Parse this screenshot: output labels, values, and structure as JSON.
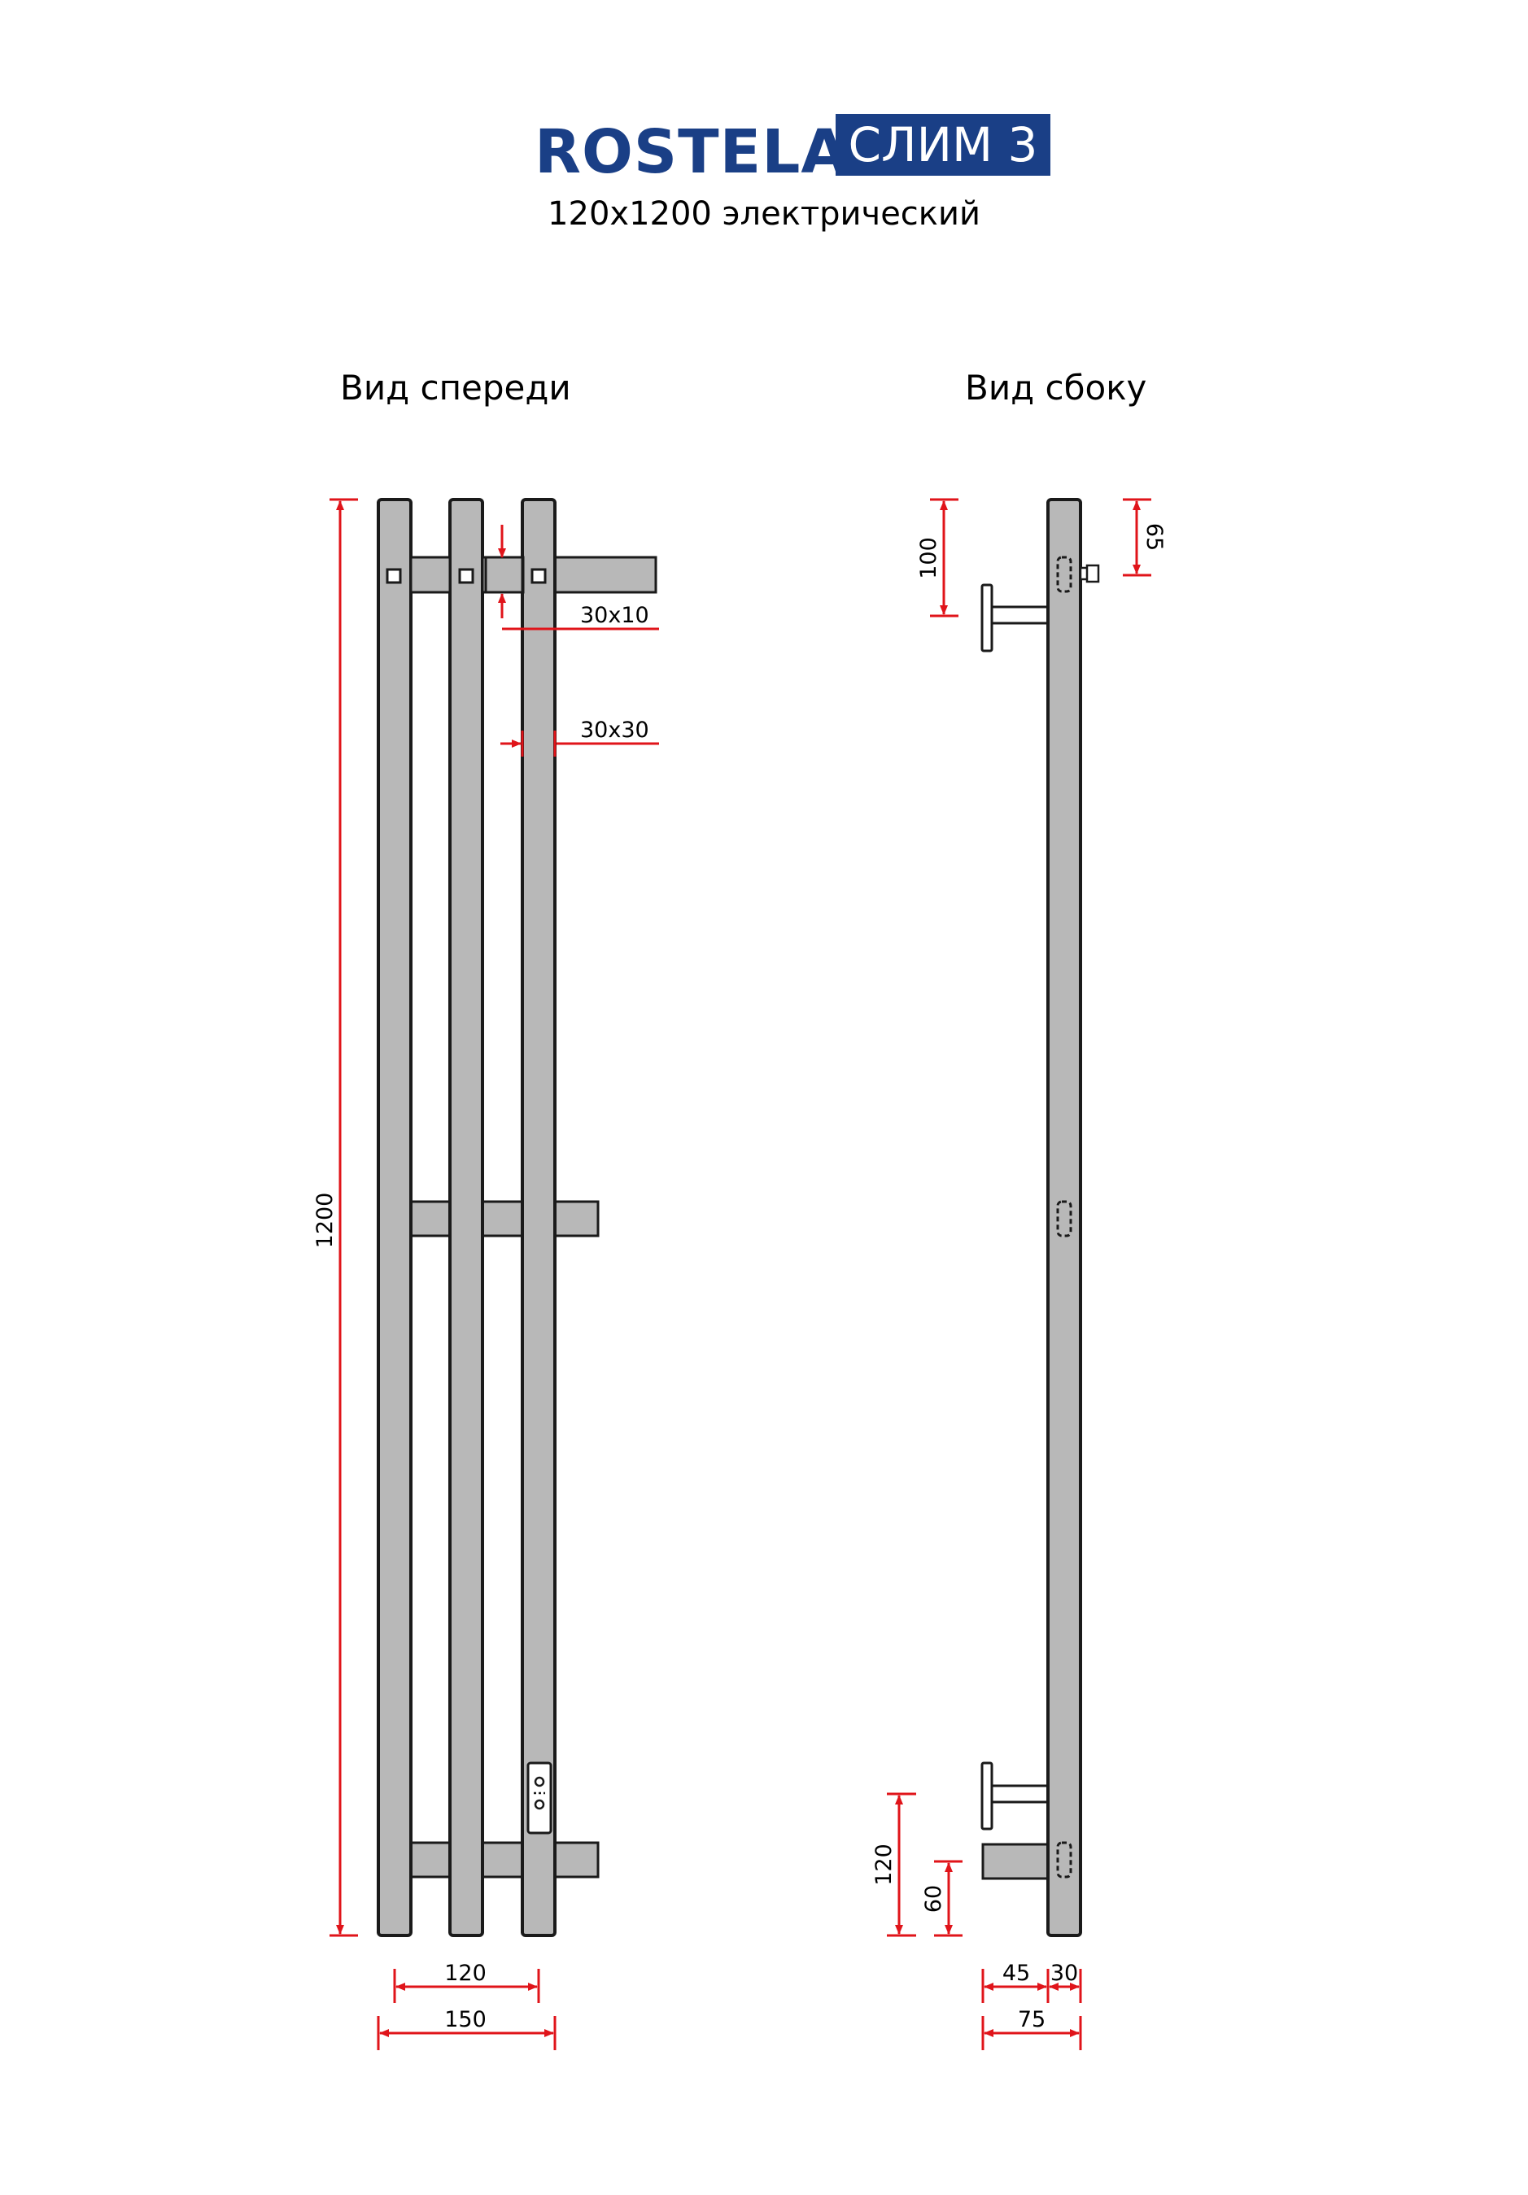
{
  "brand": {
    "logo_text": "ROSTELA",
    "model": "СЛИМ 3",
    "subtitle": "120x1200 электрический",
    "brand_color": "#1a3f86"
  },
  "views": {
    "front_title": "Вид спереди",
    "side_title": "Вид сбоку"
  },
  "dimensions": {
    "height_total": "1200",
    "crossbar_section": "30x10",
    "tube_section": "30x30",
    "tube_spacing": "120",
    "width_total": "150",
    "side_top_mount": "100",
    "side_top_control": "65",
    "side_bottom_mount": "120",
    "side_bottom_connector": "60",
    "side_depth_mount": "45",
    "side_depth_tube": "30",
    "side_depth_total": "75"
  },
  "colors": {
    "tube_fill": "#b8b8b8",
    "outline": "#1a1a1a",
    "dimension_line": "#e0141a"
  }
}
